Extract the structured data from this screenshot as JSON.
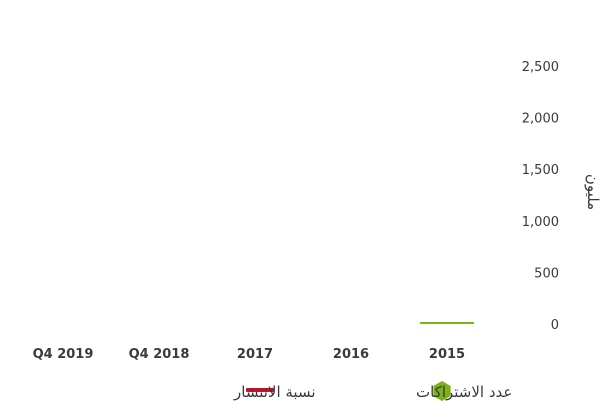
{
  "chart_data": {
    "type": "bar",
    "categories": [
      "2015",
      "2016",
      "2017",
      "Q4 2018",
      "Q4 2019"
    ],
    "x_direction": "right-to-left",
    "ylabel": "مليون",
    "ylim": [
      0,
      2500
    ],
    "yticks": [
      0,
      500,
      1000,
      1500,
      2000,
      2500
    ],
    "yaxis_position": "right",
    "grid": false,
    "series": [
      {
        "name": "عدد الاشتراكات",
        "values": [
          0,
          null,
          null,
          null,
          null
        ],
        "color": "#7ab317",
        "legend_icon": "hexagon-icon"
      },
      {
        "name": "نسبة الانتشار",
        "values": [],
        "color": "#c8102e",
        "legend_icon": "line-icon"
      }
    ],
    "legend_placement": "bottom"
  }
}
